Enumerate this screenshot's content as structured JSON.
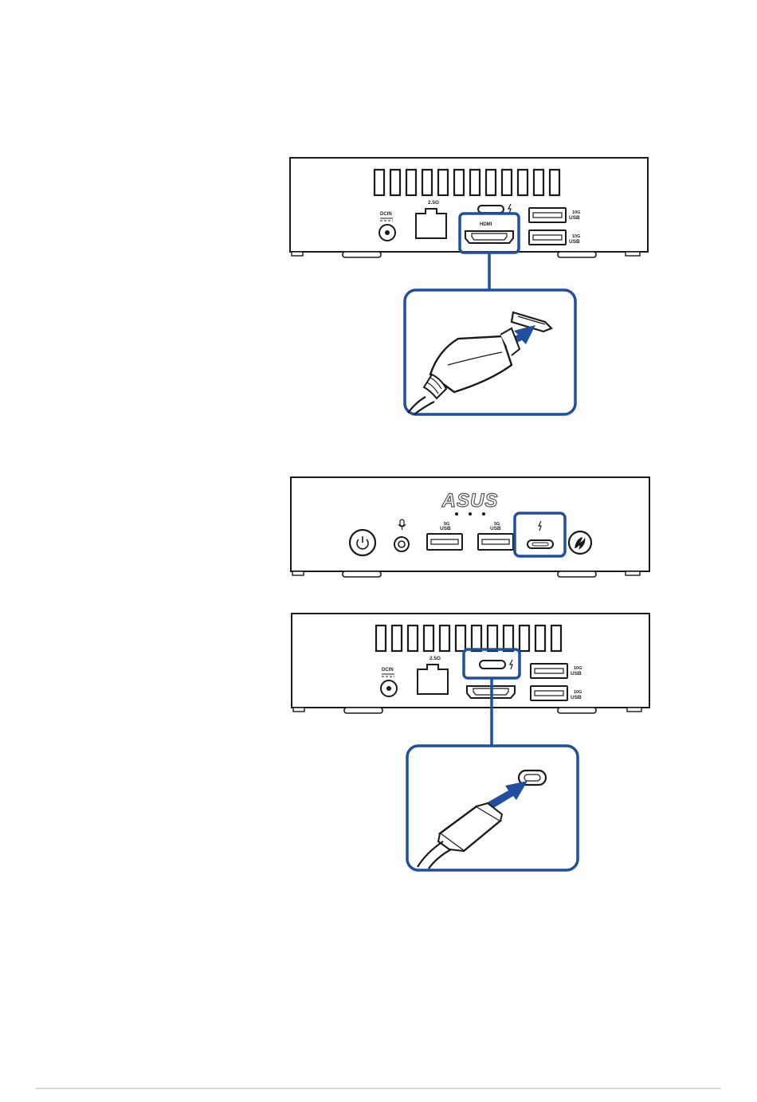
{
  "colors": {
    "highlight": "#1f4f9e",
    "arrow": "#1f4f9e",
    "outline": "#1a1a1a",
    "footer_rule": "#d6d6d6"
  },
  "rear_panel_1": {
    "dc_label": "DCIN",
    "lan_label": "2.5G",
    "hdmi_label": "HDMI",
    "usb_top": [
      "10G",
      "USB"
    ],
    "usb_bottom": [
      "10G",
      "USB"
    ]
  },
  "front_panel": {
    "logo": "ASUS",
    "usb_left": [
      "5G",
      "USB"
    ],
    "usb_right": [
      "5G",
      "USB"
    ],
    "icons": [
      "power-icon",
      "mic-icon",
      "thunderbolt-icon",
      "copilot-icon"
    ]
  },
  "rear_panel_2": {
    "dc_label": "DCIN",
    "lan_label": "2.5G",
    "usb_top": [
      "10G",
      "USB"
    ],
    "usb_bottom": [
      "10G",
      "USB"
    ]
  }
}
